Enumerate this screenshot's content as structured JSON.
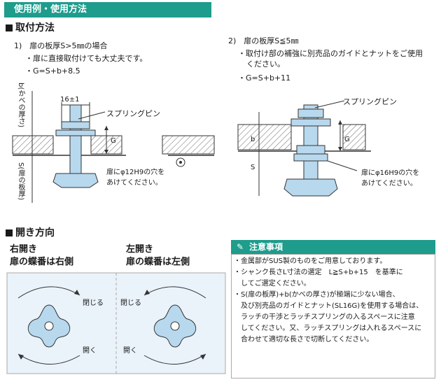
{
  "banner": {
    "title": "使用例・使用方法"
  },
  "mount": {
    "title": "取付方法",
    "case1": {
      "heading": "1)　扉の板厚S>5㎜の場合",
      "line1": "・扉に直接取付けても大丈夫です。",
      "line2": "・G=S+b+8.5",
      "dim": "16±1",
      "pin": "スプリングピン",
      "hole1": "扉にφ12H9の穴を",
      "hole2": "あけてください。",
      "label_b": "b(かべの厚さ)",
      "label_s": "S(扉の板厚)",
      "label_g": "G"
    },
    "case2": {
      "heading": "2)　扉の板厚S≦5㎜",
      "line1": "・取付け部の補強に別売品のガイドとナットをご使用",
      "line1b": "ください。",
      "line2": "・G=S+b+11",
      "pin": "スプリングピン",
      "hole1": "扉にφ16H9の穴を",
      "hole2": "あけてください。",
      "label_b": "b",
      "label_s": "S",
      "label_g": "G"
    }
  },
  "opening": {
    "title": "開き方向",
    "right": {
      "title": "右開き",
      "subtitle": "扉の蝶番は右側",
      "close": "閉じる",
      "open": "開く"
    },
    "left": {
      "title": "左開き",
      "subtitle": "扉の蝶番は左側",
      "close": "閉じる",
      "open": "開く"
    }
  },
  "notes": {
    "title": "注意事項",
    "items": [
      "・金属部がSUS製のものをご用意しております。",
      "・シャンク長さL寸法の選定　L≧S+b+15　を基準に",
      "　してご選定ください。",
      "・S(扉の板厚)+b(かべの厚さ)が極端に少ない場合、",
      "　及び別売品のガイドとナット(SL16G)を使用する場合は、",
      "　ラッチの干渉とラッチスプリングの入るスペースに注意",
      "　してください。又、ラッチスプリングは入れるスペースに",
      "　合わせて適切な長さで切断してください。"
    ]
  },
  "colors": {
    "accent": "#1e9c8c",
    "part": "#b8d8ee",
    "hatch": "#666666"
  }
}
